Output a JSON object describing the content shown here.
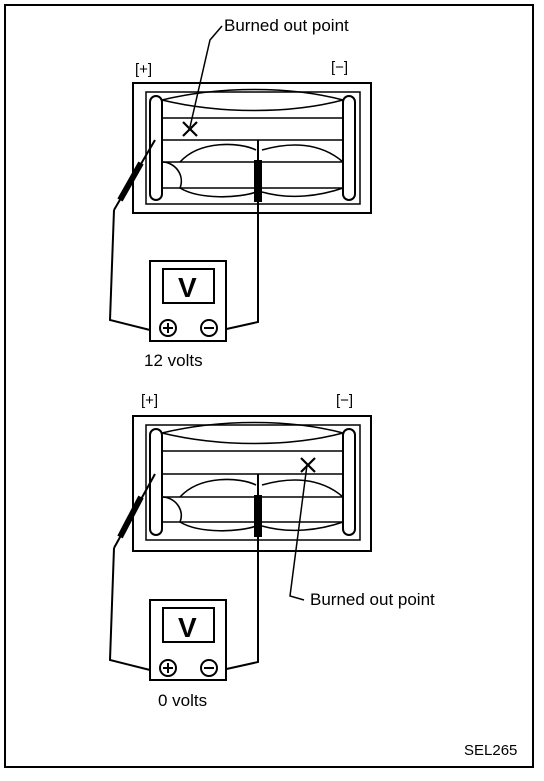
{
  "figure": {
    "code": "SEL265",
    "top": {
      "burned_label": "Burned out point",
      "plus_label": "[+]",
      "minus_label": "[−]",
      "meter_symbol": "V",
      "reading": "12 volts"
    },
    "bottom": {
      "burned_label": "Burned out point",
      "plus_label": "[+]",
      "minus_label": "[−]",
      "meter_symbol": "V",
      "reading": "0 volts"
    }
  }
}
